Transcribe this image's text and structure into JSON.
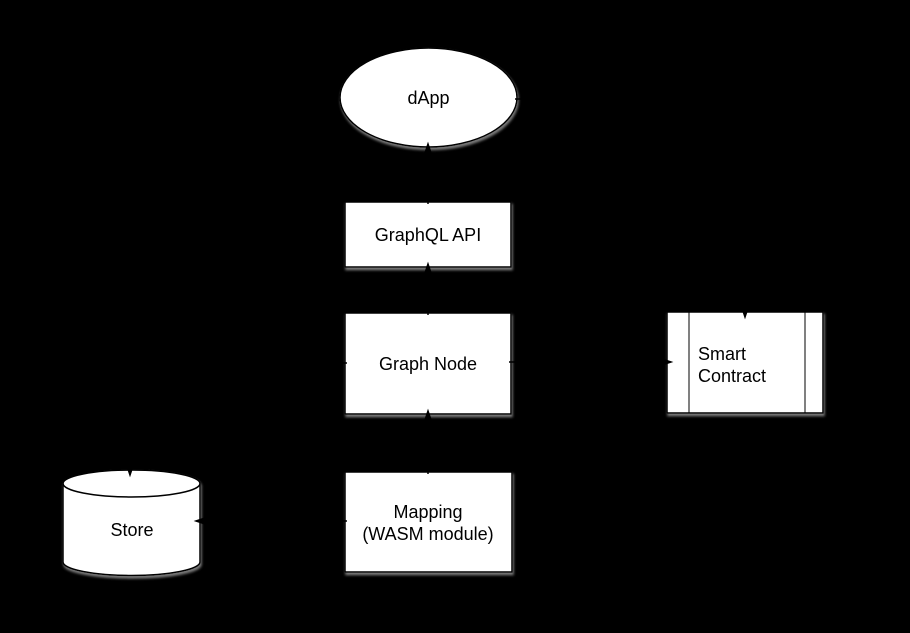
{
  "colors": {
    "background": "#000000",
    "node_fill": "#ffffff",
    "node_stroke": "#000000",
    "text": "#000000",
    "shadow": "#8f8f8f"
  },
  "diagram": {
    "nodes": {
      "dapp": {
        "shape": "ellipse",
        "label": "dApp"
      },
      "graphql_api": {
        "shape": "rectangle",
        "label": "GraphQL API"
      },
      "graph_node": {
        "shape": "rectangle",
        "label": "Graph Node"
      },
      "smart_contract": {
        "shape": "predefined-process",
        "label": "Smart Contract",
        "label_lines": [
          "Smart",
          "Contract"
        ]
      },
      "store": {
        "shape": "cylinder",
        "label": "Store"
      },
      "mapping": {
        "shape": "rectangle",
        "label": "Mapping (WASM module)",
        "label_lines": [
          "Mapping",
          "(WASM module)"
        ]
      }
    },
    "edges": [
      {
        "from": "graphql_api",
        "to": "dapp"
      },
      {
        "from": "graph_node",
        "to": "graphql_api"
      },
      {
        "from": "mapping",
        "to": "graph_node"
      },
      {
        "from": "dapp",
        "to": "smart_contract"
      },
      {
        "from": "graph_node",
        "to": "smart_contract"
      },
      {
        "from": "graph_node",
        "to": "store"
      },
      {
        "from": "mapping",
        "to": "store"
      }
    ]
  }
}
